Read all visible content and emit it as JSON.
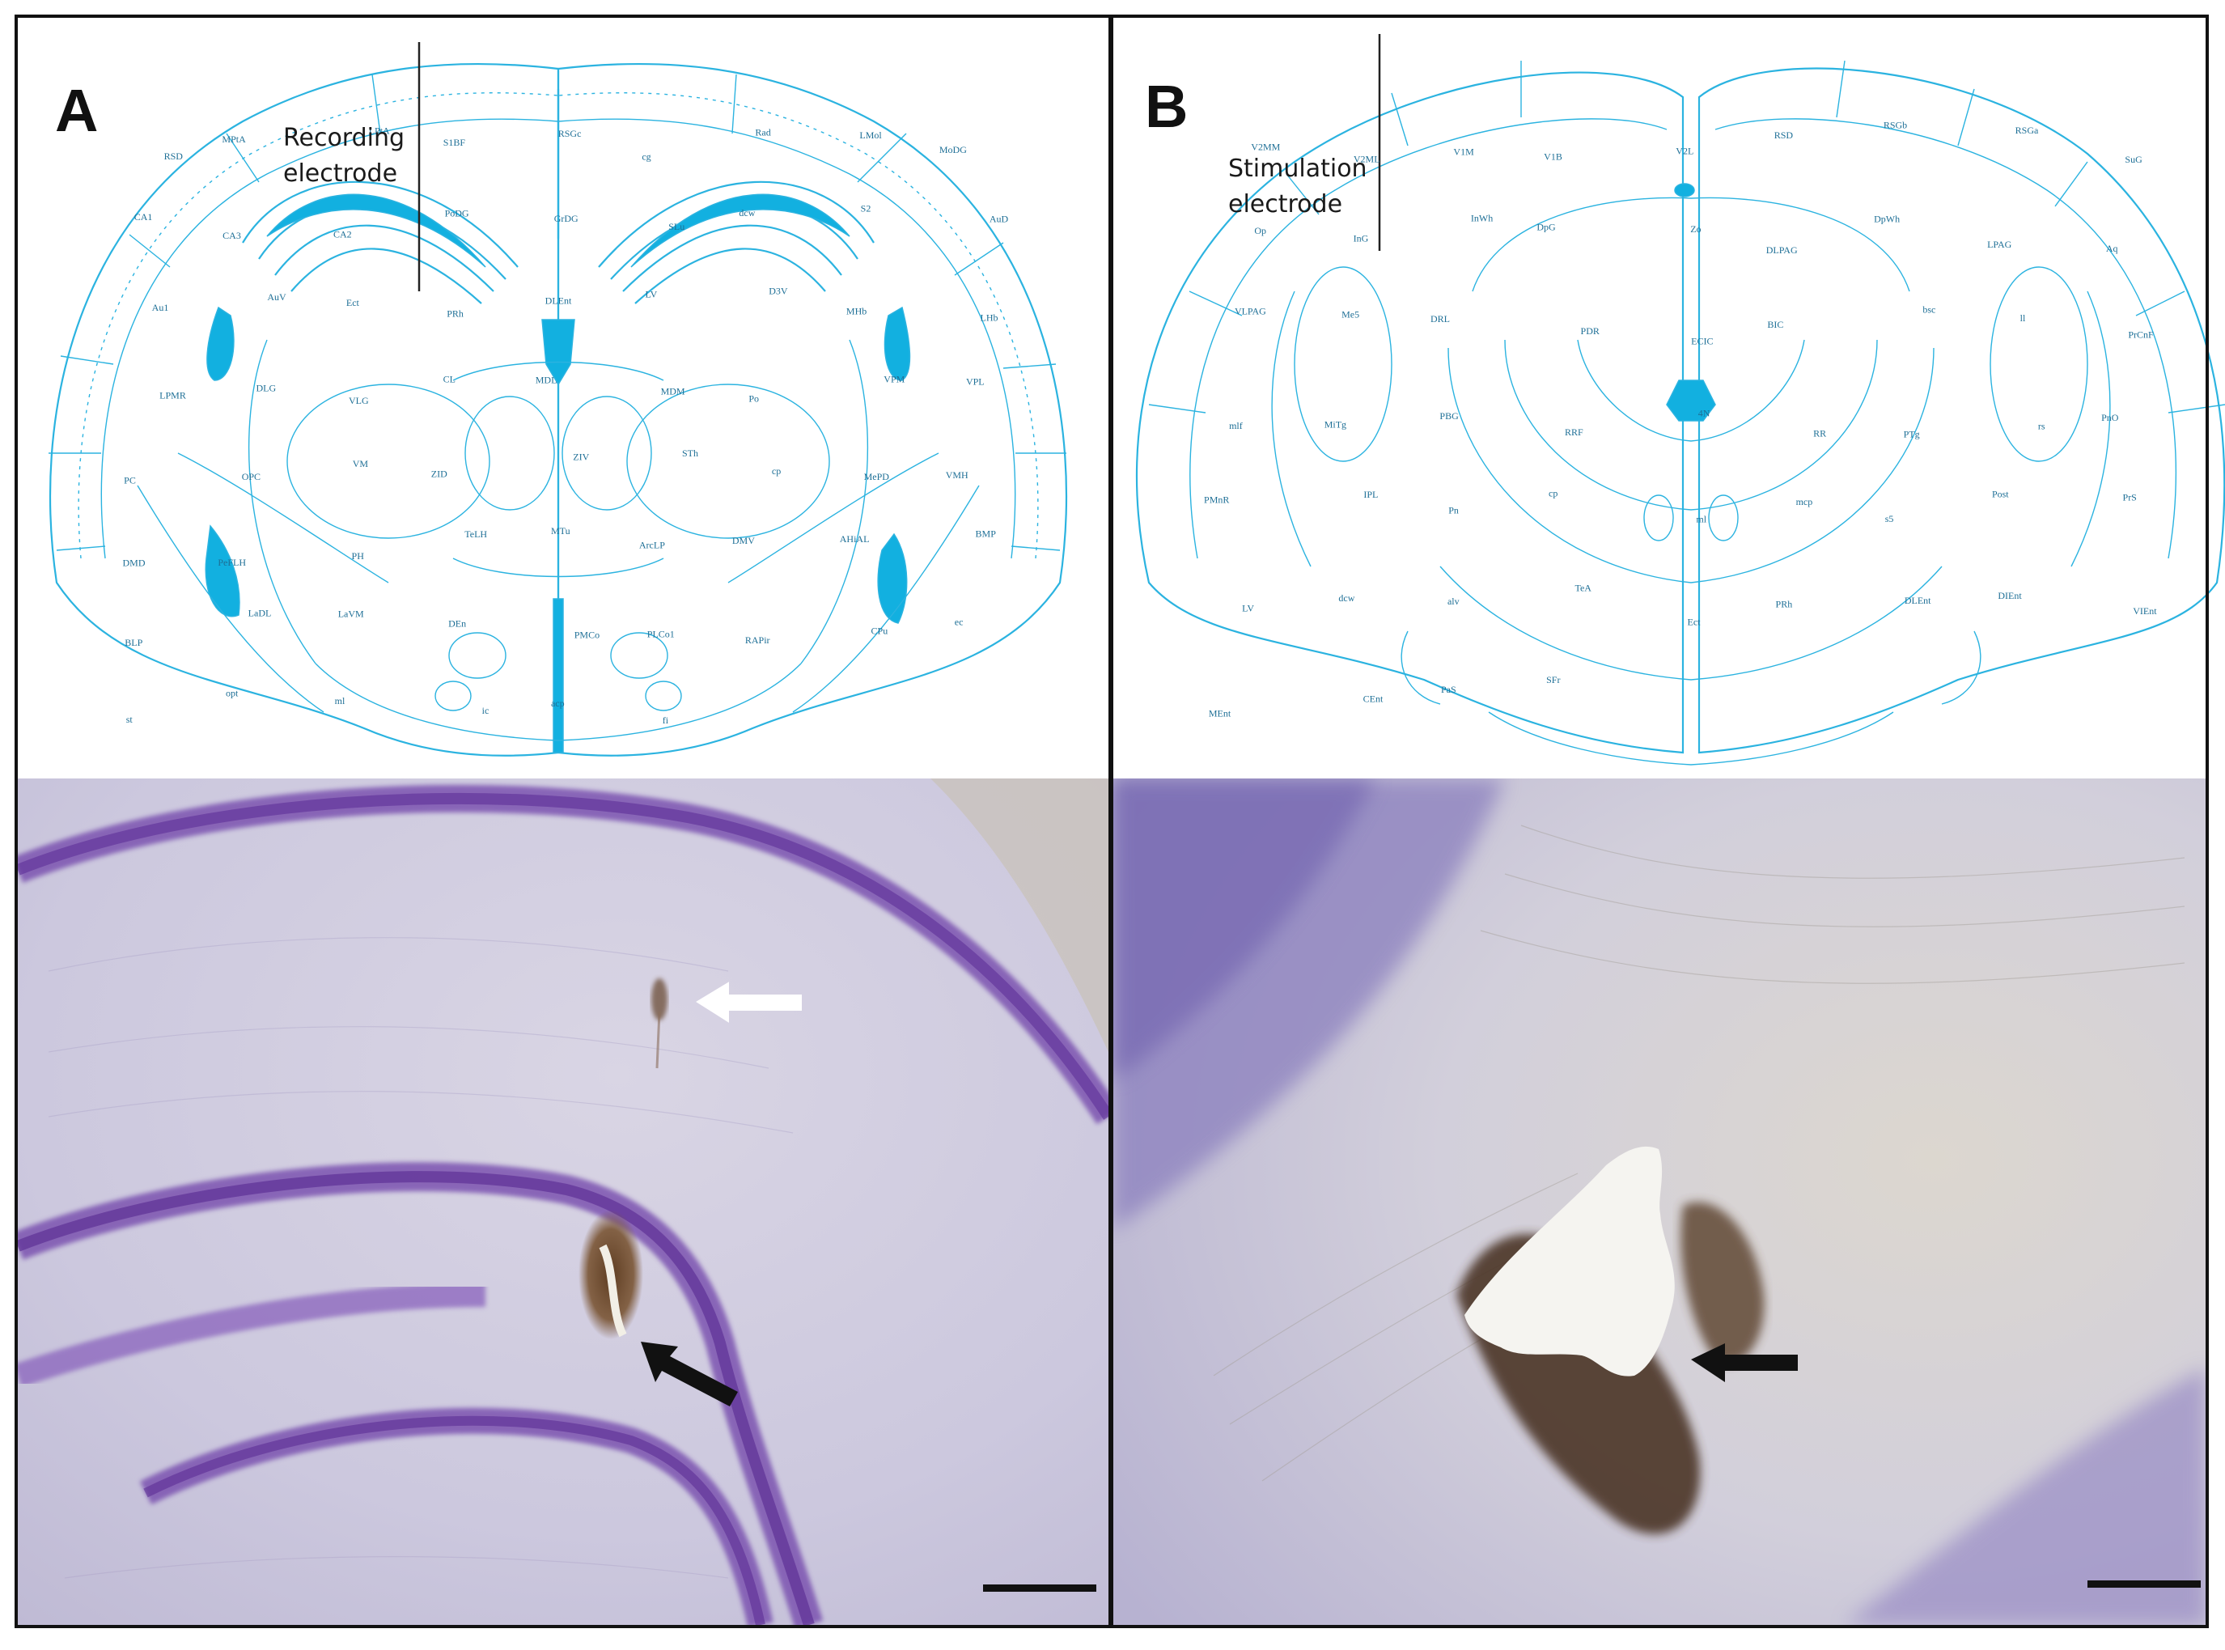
{
  "panels": [
    {
      "letter": "A",
      "electrode_label_line1": "Recording",
      "electrode_label_line2": "electrode",
      "regions": [
        "RSD",
        "MPtA",
        "LPtA",
        "S1BF",
        "RSGc",
        "cg",
        "Rad",
        "LMol",
        "MoDG",
        "CA1",
        "CA3",
        "CA2",
        "PoDG",
        "GrDG",
        "SLu",
        "dcw",
        "S2",
        "AuD",
        "Au1",
        "AuV",
        "Ect",
        "PRh",
        "DLEnt",
        "LV",
        "D3V",
        "MHb",
        "LHb",
        "LPMR",
        "DLG",
        "VLG",
        "CL",
        "MDL",
        "MDM",
        "Po",
        "VPM",
        "VPL",
        "PC",
        "OPC",
        "VM",
        "ZID",
        "ZIV",
        "STh",
        "cp",
        "MePD",
        "VMH",
        "DMD",
        "PeFLH",
        "PH",
        "TeLH",
        "MTu",
        "ArcLP",
        "DMV",
        "AHiAL",
        "BMP",
        "BLP",
        "LaDL",
        "LaVM",
        "DEn",
        "PMCo",
        "PLCo1",
        "RAPir",
        "CPu",
        "ec",
        "st",
        "opt",
        "ml",
        "ic",
        "acp",
        "fi"
      ]
    },
    {
      "letter": "B",
      "electrode_label_line1": "Stimulation",
      "electrode_label_line2": "electrode",
      "regions": [
        "V2MM",
        "V2ML",
        "V1M",
        "V1B",
        "V2L",
        "RSD",
        "RSGb",
        "RSGa",
        "SuG",
        "Op",
        "InG",
        "InWh",
        "DpG",
        "Zo",
        "DLPAG",
        "DpWh",
        "LPAG",
        "Aq",
        "VLPAG",
        "Me5",
        "DRL",
        "PDR",
        "ECIC",
        "BIC",
        "bsc",
        "ll",
        "PrCnF",
        "mlf",
        "MiTg",
        "PBG",
        "RRF",
        "4N",
        "RR",
        "PTg",
        "rs",
        "PnO",
        "PMnR",
        "IPL",
        "Pn",
        "cp",
        "ml",
        "mcp",
        "s5",
        "Post",
        "PrS",
        "LV",
        "dcw",
        "alv",
        "TeA",
        "Ect",
        "PRh",
        "DLEnt",
        "DIEnt",
        "VIEnt",
        "MEnt",
        "CEnt",
        "PaS",
        "SFr"
      ]
    }
  ]
}
